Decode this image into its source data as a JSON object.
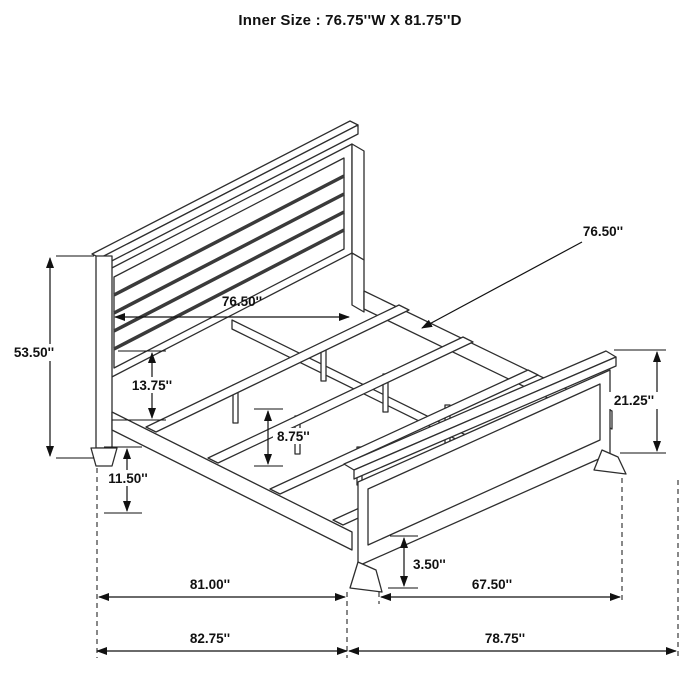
{
  "title": "Inner Size : 76.75''W X 81.75''D",
  "diagram_name": "bed-frame-dimension-drawing",
  "line_color": "#2e2e2e",
  "dims": {
    "headboard_height": "53.50''",
    "headboard_width": "76.50''",
    "panel_to_rail": "13.75''",
    "rail_to_floor": "11.50''",
    "slat_leg_height": "8.75''",
    "footboard_height": "21.25''",
    "foot_height": "3.50''",
    "rail_length": "76.50''",
    "inner_width": "81.00''",
    "inner_depth": "67.50''",
    "overall_width": "82.75''",
    "overall_depth": "78.75''"
  }
}
